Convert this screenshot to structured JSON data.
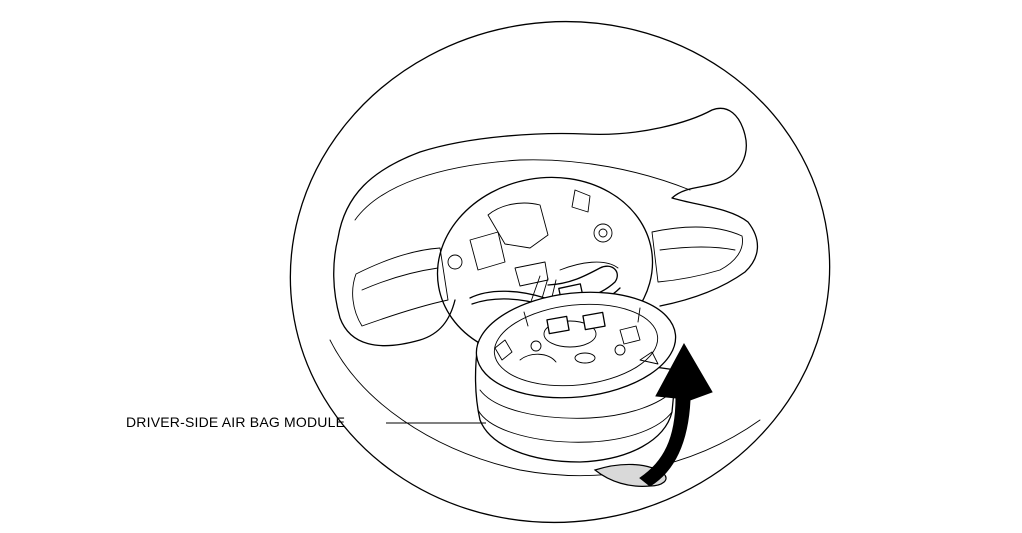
{
  "diagram": {
    "callout": {
      "label": "DRIVER-SIDE AIR BAG MODULE"
    },
    "colors": {
      "line": "#000000",
      "background": "#ffffff",
      "arrow_shade": "#d9d9d9"
    },
    "icons": [
      "steering-wheel-illustration",
      "air-bag-module-illustration",
      "rotation-arrow-icon"
    ]
  }
}
